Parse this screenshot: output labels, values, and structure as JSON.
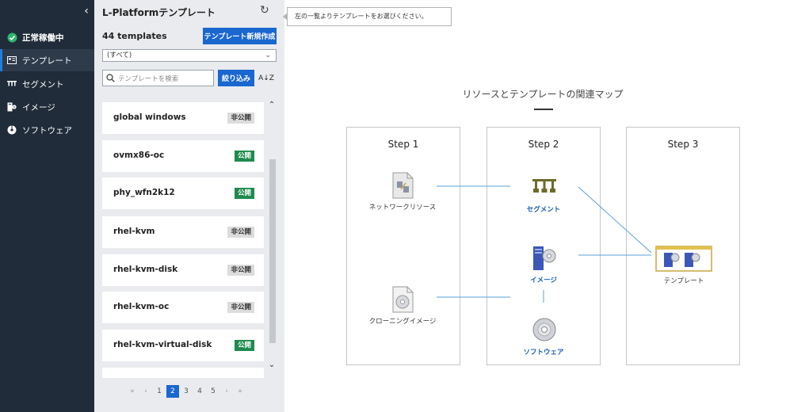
{
  "sidebar": {
    "collapse_icon": "chevron-left-icon",
    "status_label": "正常稼働中",
    "items": [
      {
        "label": "テンプレート",
        "icon": "template-icon"
      },
      {
        "label": "セグメント",
        "icon": "segment-icon"
      },
      {
        "label": "イメージ",
        "icon": "image-icon"
      },
      {
        "label": "ソフトウェア",
        "icon": "software-icon"
      }
    ]
  },
  "panel": {
    "title": "L-Platformテンプレート",
    "count_label": "44 templates",
    "new_button": "テンプレート新規作成",
    "filter_value": "(すべて)",
    "search_placeholder": "テンプレートを検索",
    "narrow_button": "絞り込み",
    "sort_label": "A↓Z"
  },
  "templates": [
    {
      "name": "global windows",
      "visibility": "非公開"
    },
    {
      "name": "ovmx86-oc",
      "visibility": "公開"
    },
    {
      "name": "phy_wfn2k12",
      "visibility": "公開"
    },
    {
      "name": "rhel-kvm",
      "visibility": "非公開"
    },
    {
      "name": "rhel-kvm-disk",
      "visibility": "非公開"
    },
    {
      "name": "rhel-kvm-oc",
      "visibility": "非公開"
    },
    {
      "name": "rhel-kvm-virtual-disk",
      "visibility": "公開"
    }
  ],
  "pagination": {
    "first": "«",
    "prev": "‹",
    "pages": [
      "1",
      "2",
      "3",
      "4",
      "5"
    ],
    "current": "2",
    "next": "›",
    "last": "»"
  },
  "tooltip": "左の一覧よりテンプレートをお選びください。",
  "map": {
    "title": "リソースとテンプレートの関連マップ",
    "steps": [
      "Step 1",
      "Step 2",
      "Step 3"
    ],
    "nodes": {
      "network": "ネットワークリソース",
      "cloning": "クローニングイメージ",
      "segment": "セグメント",
      "image": "イメージ",
      "software": "ソフトウェア",
      "template": "テンプレート"
    }
  },
  "colors": {
    "sidebar_bg": "#202c39",
    "accent": "#1a67cf",
    "public_badge": "#1e8a4d",
    "status_ok": "#2fb36b",
    "map_line": "#5aa0d8"
  }
}
